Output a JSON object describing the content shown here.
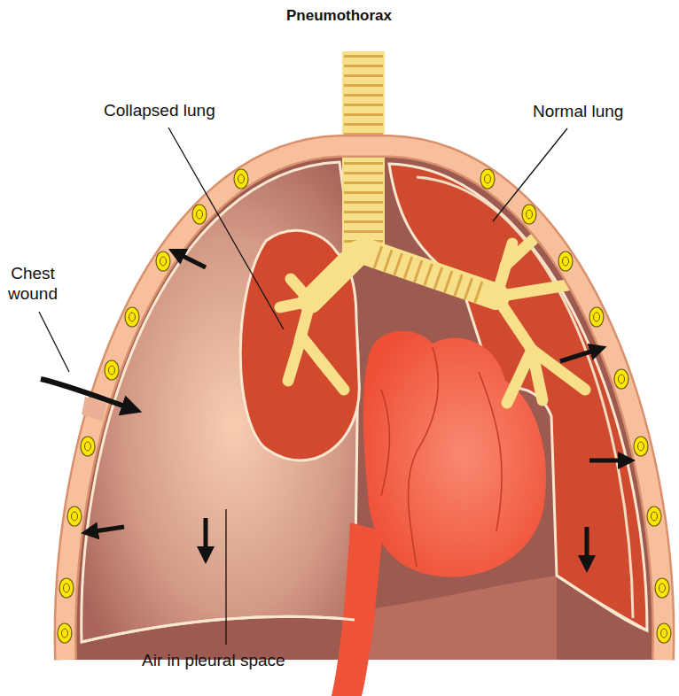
{
  "diagram": {
    "title": "Pneumothorax",
    "labels": [
      "Collapsed lung",
      "Normal lung",
      "Chest wound",
      "Air in pleural space"
    ]
  }
}
